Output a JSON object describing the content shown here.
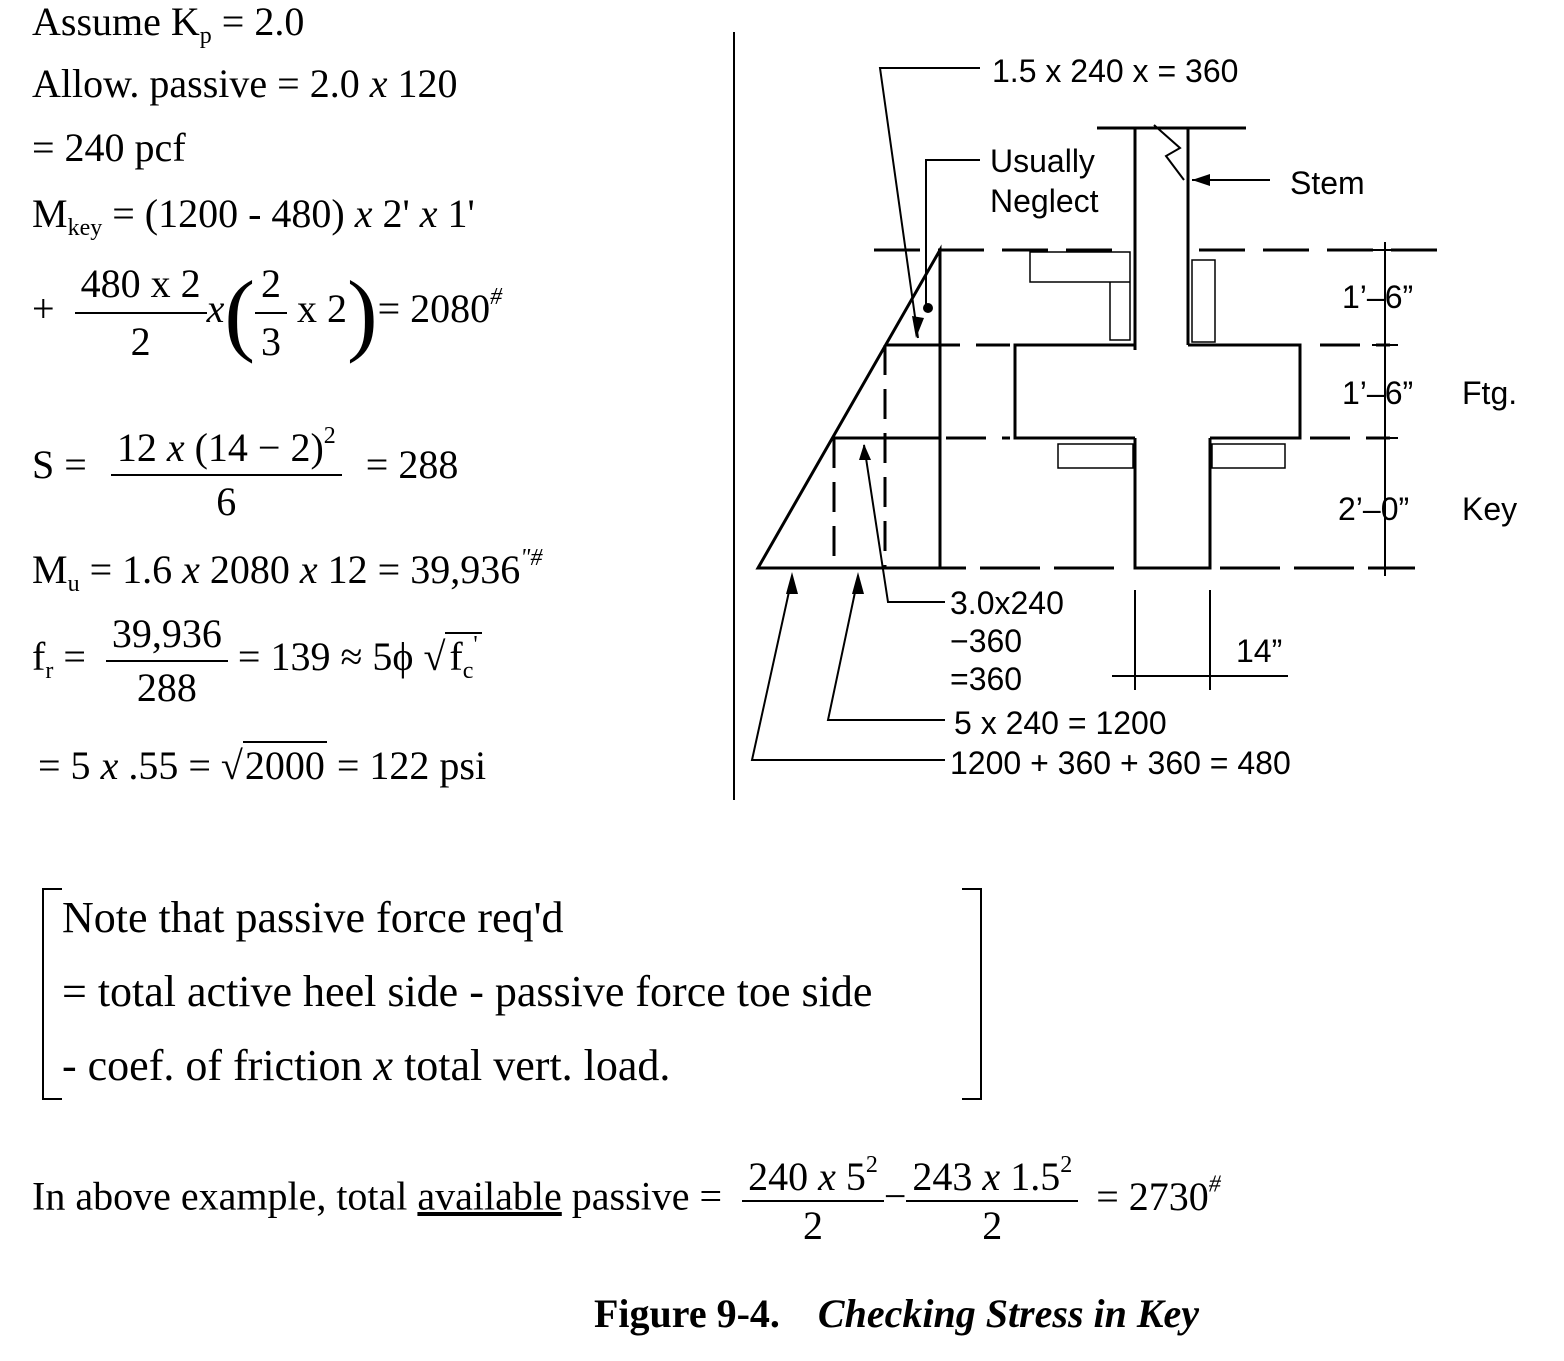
{
  "calc": {
    "assume": "Assume K",
    "assume_sub": "p",
    "assume_val": " = 2.0",
    "allow_passive": "Allow. passive = 2.0 ",
    "allow_x": "x",
    "allow_val": " 120",
    "pcf": "= 240 pcf",
    "mkey_m": "M",
    "mkey_sub": "key",
    "mkey_a": " = (1200 - 480) ",
    "mkey_x1": "x",
    "mkey_b": " 2' ",
    "mkey_x2": "x",
    "mkey_c": " 1'",
    "plus": "+",
    "frac1_num": "480 x 2",
    "frac1_den": "2",
    "times": "x",
    "frac2_num": "2",
    "frac2_den": "3",
    "x2": "x 2",
    "eq2080": "= 2080",
    "lb_mark": "#",
    "s_label": "S =",
    "s_num_a": "12 ",
    "s_num_x": "x",
    "s_num_b": " (14 − 2)",
    "s_num_exp": "2",
    "s_den": "6",
    "s_val": "= 288",
    "mu_m": "M",
    "mu_sub": "u",
    "mu_eq": " = 1.6 ",
    "mu_x1": "x",
    "mu_b": " 2080 ",
    "mu_x2": "x",
    "mu_c": " 12 = 39,936",
    "mu_mark": "\"#",
    "fr_f": "f",
    "fr_sub": "r",
    "fr_eq": " =",
    "fr_num": "39,936",
    "fr_den": "288",
    "fr_val": "= 139 ≈ 5ϕ",
    "fr_root": "f",
    "fr_root_sub": "c",
    "fr_root_sup": "'",
    "psi_a": "= 5 ",
    "psi_x": "x",
    "psi_b": " .55 = ",
    "psi_root": "2000",
    "psi_c": " = 122 psi"
  },
  "diagram": {
    "top_label": "1.5  x  240  x  =  360",
    "usually": "Usually",
    "neglect": "Neglect",
    "stem": "Stem",
    "dim1": "1’–6”",
    "dim2": "1’–6”",
    "ftg": "Ftg.",
    "dim3": "2’–0”",
    "key": "Key",
    "label_a1": "3.0x240",
    "label_a2": "−360",
    "label_a3": "=360",
    "dim14": "14”",
    "label_b": "5  x  240  =  1200",
    "label_c": "1200  +  360  +  360  =  480"
  },
  "note": {
    "line1": "Note that passive force req'd",
    "line2": "= total active heel side - passive force toe side",
    "line3a": "- coef. of friction ",
    "line3x": "x",
    "line3b": " total vert. load."
  },
  "available": {
    "lead": "In above example, total ",
    "underlined": "available",
    "after": " passive =",
    "f1_num_a": "240 ",
    "f1_num_x": "x",
    "f1_num_b": " 5",
    "f1_exp": "2",
    "f1_den": "2",
    "minus": "−",
    "f2_num_a": "243 ",
    "f2_num_x": "x",
    "f2_num_b": " 1.5",
    "f2_exp": "2",
    "f2_den": "2",
    "result": "= 2730",
    "result_mark": "#"
  },
  "caption": {
    "figure": "Figure 9-4.",
    "title": "Checking Stress in Key"
  }
}
